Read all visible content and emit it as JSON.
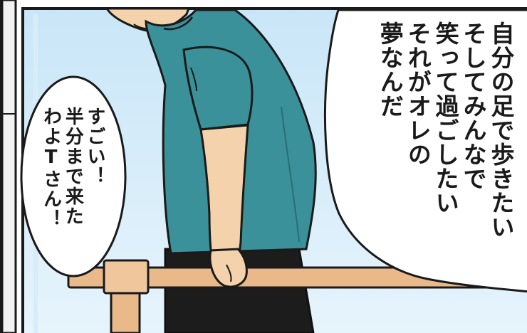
{
  "panel": {
    "speech_right": [
      "自分の足で歩きたい",
      "そしてみんなで",
      "笑って過ごしたい",
      "それがオレの",
      "夢なんだ"
    ],
    "speech_left": [
      "すごい！",
      "半分まで来た",
      "わよTさん！"
    ]
  }
}
